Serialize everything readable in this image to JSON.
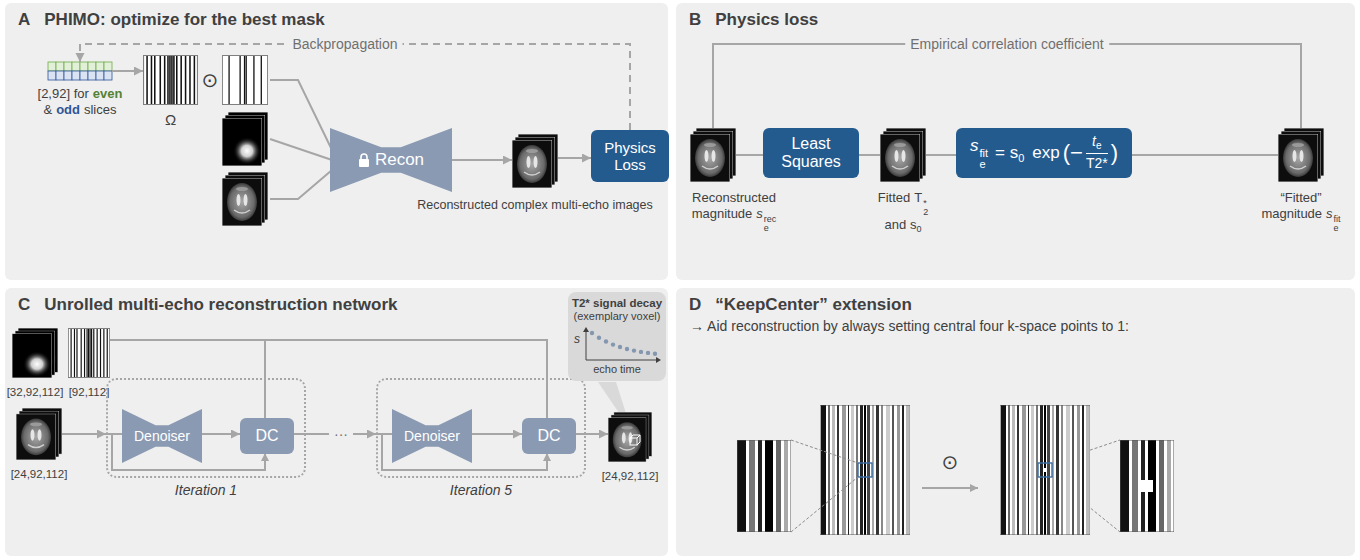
{
  "diagram": {
    "nodes": [
      {
        "text": [
          "A",
          "PHIMO: optimize for the best mask"
        ]
      },
      {
        "text": [
          "[2,92] for",
          "even",
          "&",
          "odd",
          "slices"
        ],
        "in": 0
      },
      {
        "text": [
          "Ω"
        ],
        "in": 0
      },
      {
        "text": [
          "Recon"
        ],
        "in": 0
      },
      {
        "text": [
          "Reconstructed complex multi-echo images"
        ],
        "in": 0
      },
      {
        "text": [
          "Physics Loss"
        ],
        "in": 0
      },
      {
        "text": [
          "B",
          "Physics loss"
        ]
      },
      {
        "text": [
          "Reconstructed magnitude",
          "s",
          "e",
          "rec"
        ],
        "in": 6
      },
      {
        "text": [
          "Least Squares"
        ],
        "in": 6
      },
      {
        "text": [
          "Fitted",
          "T",
          "2",
          "*",
          "and s",
          "0"
        ],
        "in": 6
      },
      {
        "text": [
          "s",
          "fit",
          "e",
          "= s",
          "0",
          "exp",
          "(−",
          "t",
          "e",
          "T2*",
          ")"
        ],
        "in": 6
      },
      {
        "text": [
          "“Fitted” magnitude",
          "s",
          "e",
          "fit"
        ],
        "in": 6
      },
      {
        "text": [
          "C",
          "Unrolled multi-echo reconstruction network"
        ]
      },
      {
        "text": [
          "[32,92,112]"
        ],
        "in": 12
      },
      {
        "text": [
          "[92,112]"
        ],
        "in": 12
      },
      {
        "text": [
          "[24,92,112]"
        ],
        "in": 12
      },
      {
        "text": [
          "Iteration 1"
        ],
        "in": 12
      },
      {
        "text": [
          "Denoiser"
        ],
        "in": 16
      },
      {
        "text": [
          "DC"
        ],
        "in": 16
      },
      {
        "text": [
          "Iteration 5"
        ],
        "in": 12
      },
      {
        "text": [
          "Denoiser"
        ],
        "in": 19
      },
      {
        "text": [
          "DC"
        ],
        "in": 19
      },
      {
        "text": [
          "[24,92,112]"
        ],
        "in": 12
      },
      {
        "text": [
          "T2* signal decay",
          "(exemplary voxel)",
          "s",
          "echo time"
        ],
        "in": 12
      },
      {
        "text": [
          "D",
          "“KeepCenter” extension"
        ]
      }
    ],
    "edges": [
      {
        "from": 1,
        "to": 2,
        "arrow": "to"
      },
      {
        "from": 3,
        "to": 4,
        "arrow": "to"
      },
      {
        "from": 4,
        "to": 5,
        "arrow": "to"
      },
      {
        "from": 5,
        "to": 1,
        "arrow": "to",
        "label": "Backpropagation"
      },
      {
        "from": 7,
        "to": 8,
        "arrow": "none"
      },
      {
        "from": 8,
        "to": 9,
        "arrow": "none"
      },
      {
        "from": 9,
        "to": 10,
        "arrow": "none"
      },
      {
        "from": 10,
        "to": 11,
        "arrow": "none"
      },
      {
        "from": 7,
        "to": 11,
        "arrow": "none",
        "label": "Empirical correlation coefficient"
      },
      {
        "from": 15,
        "to": 16,
        "arrow": "to"
      },
      {
        "from": 17,
        "to": 18,
        "arrow": "to"
      },
      {
        "from": 14,
        "to": 18,
        "arrow": "none"
      },
      {
        "from": 14,
        "to": 21,
        "arrow": "none"
      },
      {
        "from": 16,
        "to": 19,
        "arrow": "to",
        "label": "···"
      },
      {
        "from": 20,
        "to": 21,
        "arrow": "to"
      },
      {
        "from": 19,
        "to": 22,
        "arrow": "to"
      }
    ],
    "labels": [
      "⊙",
      "⊙",
      "→ Aid reconstruction by always setting central four k-space points to 1:"
    ]
  }
}
